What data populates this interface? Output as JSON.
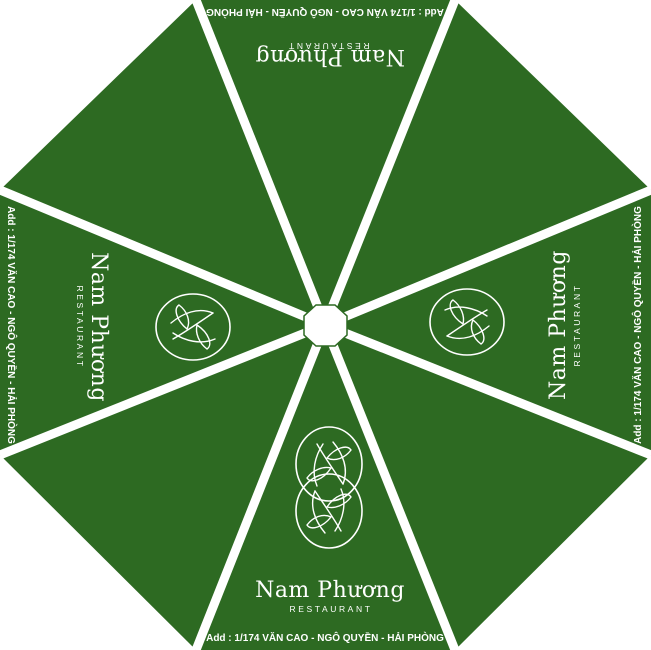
{
  "brand": {
    "name": "Nam Phương",
    "subtitle": "RESTAURANT"
  },
  "address": "Add : 1/174 VĂN CAO - NGÔ QUYỀN - HẢI PHÒNG",
  "colors": {
    "panel": "#2d6a22",
    "rib": "#ffffff",
    "background": "#ffffff"
  },
  "logo_icon": "monogram-np-leaf-icon"
}
